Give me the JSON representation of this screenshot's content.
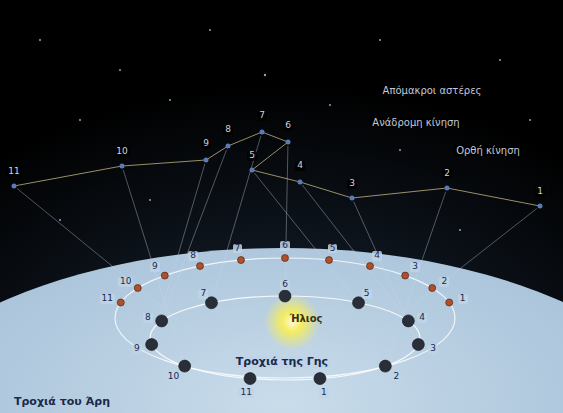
{
  "diagram": {
    "labels": [
      "Απόμακροι αστέρες",
      "Ανάδρομη κίνηση",
      "Ορθή κίνηση",
      "1",
      "2",
      "3",
      "4",
      "5",
      "6",
      "7",
      "8",
      "9",
      "10",
      "11",
      "1",
      "2",
      "3",
      "4",
      "5",
      "6",
      "7",
      "8",
      "9",
      "10",
      "11",
      "1",
      "2",
      "3",
      "4",
      "5",
      "6",
      "7",
      "8",
      "9",
      "10",
      "11",
      "Ήλιος",
      "Τροχιά της Γης",
      "Τροχιά του Άρη"
    ]
  }
}
